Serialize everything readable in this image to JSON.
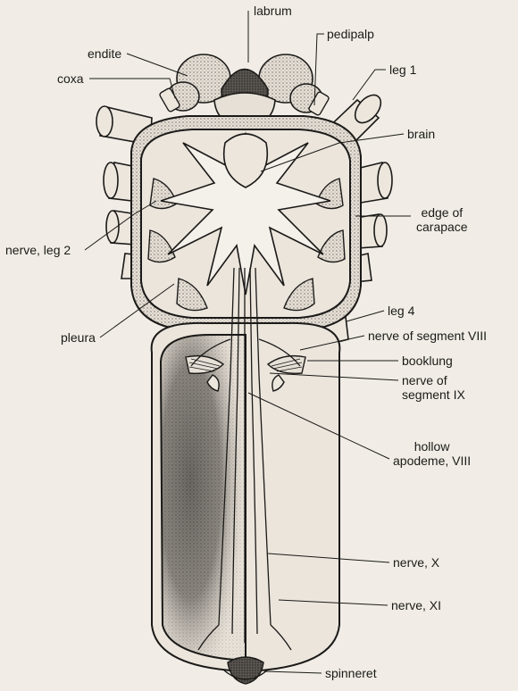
{
  "colors": {
    "background": "#f1ede6",
    "ink": "#1b1a18",
    "stipple": "#6b6660",
    "tissue": "#d9d3ca"
  },
  "labels": {
    "labrum": "labrum",
    "pedipalp": "pedipalp",
    "endite": "endite",
    "coxa": "coxa",
    "leg1": "leg 1",
    "brain": "brain",
    "edge_of_carapace": "edge of\ncarapace",
    "nerve_leg2": "nerve, leg 2",
    "leg4": "leg 4",
    "pleura": "pleura",
    "nerve_segment_viii": "nerve of segment VIII",
    "booklung": "booklung",
    "nerve_segment_ix": "nerve of\nsegment IX",
    "hollow_apodeme": "hollow\napodeme, VIII",
    "nerve_x": "nerve, X",
    "nerve_xi": "nerve, XI",
    "spinneret": "spinneret"
  }
}
